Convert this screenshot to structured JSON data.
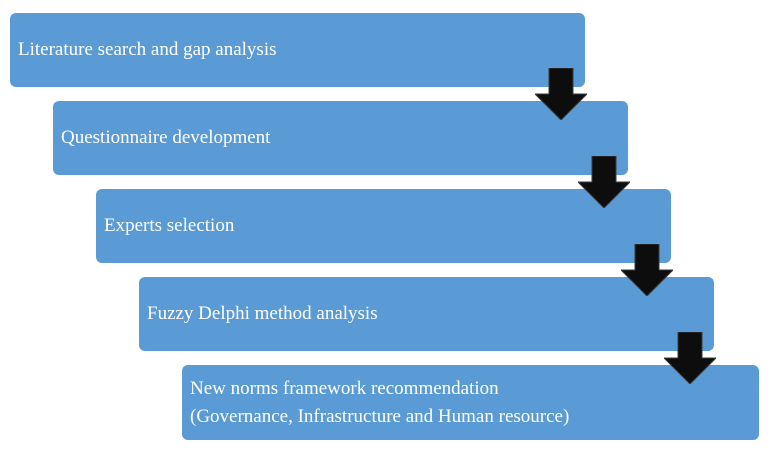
{
  "colors": {
    "box_fill": "#5b9bd5",
    "box_text": "#ffffff",
    "arrow_fill": "#0d0d0d"
  },
  "steps": [
    {
      "lines": [
        "Literature search and gap analysis"
      ]
    },
    {
      "lines": [
        "Questionnaire development"
      ]
    },
    {
      "lines": [
        "Experts selection"
      ]
    },
    {
      "lines": [
        "Fuzzy Delphi method analysis"
      ]
    },
    {
      "lines": [
        "New norms framework recommendation",
        "(Governance, Infrastructure and Human resource)"
      ]
    }
  ],
  "arrows": [
    {
      "icon": "down-arrow-icon"
    },
    {
      "icon": "down-arrow-icon"
    },
    {
      "icon": "down-arrow-icon"
    },
    {
      "icon": "down-arrow-icon"
    }
  ]
}
